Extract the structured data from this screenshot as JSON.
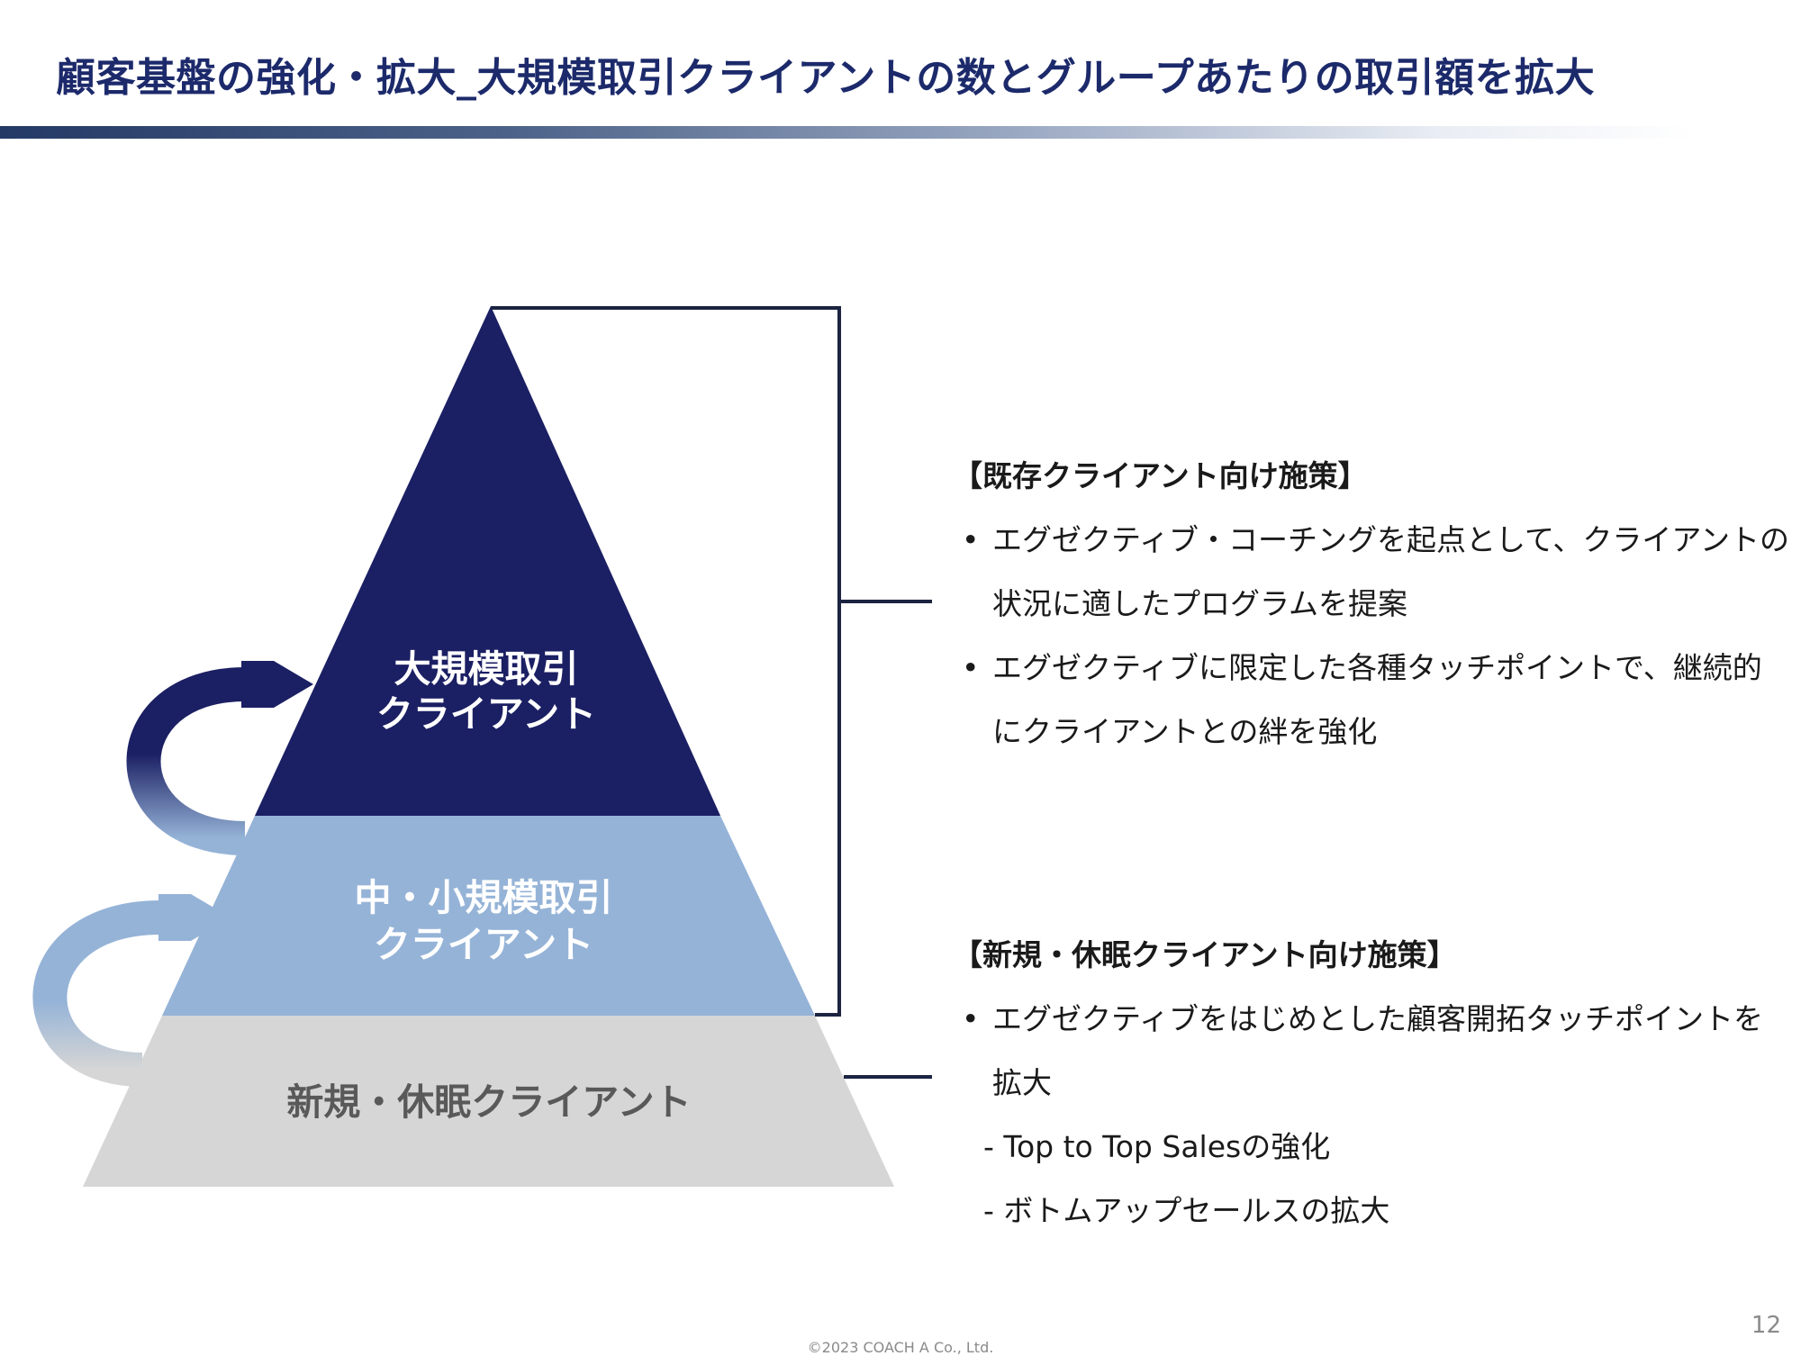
{
  "title": "顧客基盤の強化・拡大_大規模取引クライアントの数とグループあたりの取引額を拡大",
  "pyramid": {
    "top_tier": {
      "line1": "大規模取引",
      "line2": "クライアント"
    },
    "middle_tier": {
      "line1": "中・小規模取引",
      "line2": "クライアント"
    },
    "bottom_tier": {
      "line1": "新規・休眠クライアント"
    }
  },
  "existing_clients": {
    "heading": "【既存クライアント向け施策】",
    "bullets": [
      "エグゼクティブ・コーチングを起点として、クライアントの状況に適したプログラムを提案",
      "エグゼクティブに限定した各種タッチポイントで、継続的にクライアントとの絆を強化"
    ]
  },
  "new_clients": {
    "heading": "【新規・休眠クライアント向け施策】",
    "bullets": [
      "エグゼクティブをはじめとした顧客開拓タッチポイントを拡大"
    ],
    "sub_items": [
      "- Top to Top Salesの強化",
      "- ボトムアップセールスの拡大"
    ]
  },
  "bullet_symbol": "•",
  "footer": "©2023  COACH A Co., Ltd.",
  "page_number": "12",
  "colors": {
    "title": "#1c2a6b",
    "top_tier": "#1b1f63",
    "middle_tier": "#95b3d7",
    "bottom_tier": "#d6d6d6",
    "bottom_tier_text": "#595959",
    "bracket": "#1b2440"
  }
}
